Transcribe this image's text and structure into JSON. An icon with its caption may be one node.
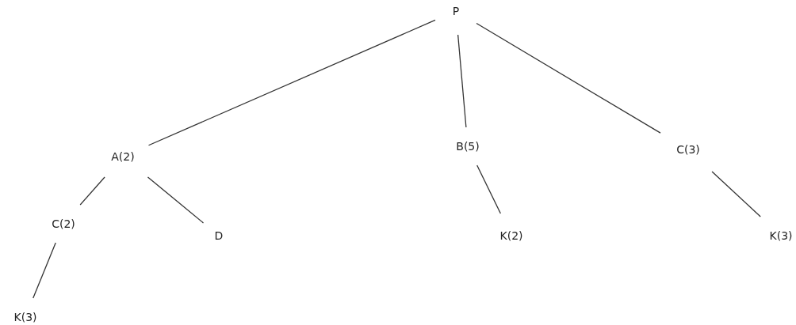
{
  "diagram": {
    "nodes": [
      {
        "text": [
          "P"
        ]
      },
      {
        "text": [
          "A(2)"
        ]
      },
      {
        "text": [
          "B(5)"
        ]
      },
      {
        "text": [
          "C(3)"
        ]
      },
      {
        "text": [
          "C(2)"
        ]
      },
      {
        "text": [
          "D"
        ]
      },
      {
        "text": [
          "K(2)"
        ]
      },
      {
        "text": [
          "K(3)"
        ]
      },
      {
        "text": [
          "K(3)"
        ]
      }
    ],
    "edges": [
      {
        "from": 0,
        "to": 1,
        "arrow": "none"
      },
      {
        "from": 0,
        "to": 2,
        "arrow": "none"
      },
      {
        "from": 0,
        "to": 3,
        "arrow": "none"
      },
      {
        "from": 1,
        "to": 4,
        "arrow": "none"
      },
      {
        "from": 1,
        "to": 5,
        "arrow": "none"
      },
      {
        "from": 2,
        "to": 6,
        "arrow": "none"
      },
      {
        "from": 3,
        "to": 7,
        "arrow": "none"
      },
      {
        "from": 4,
        "to": 8,
        "arrow": "none"
      }
    ]
  }
}
